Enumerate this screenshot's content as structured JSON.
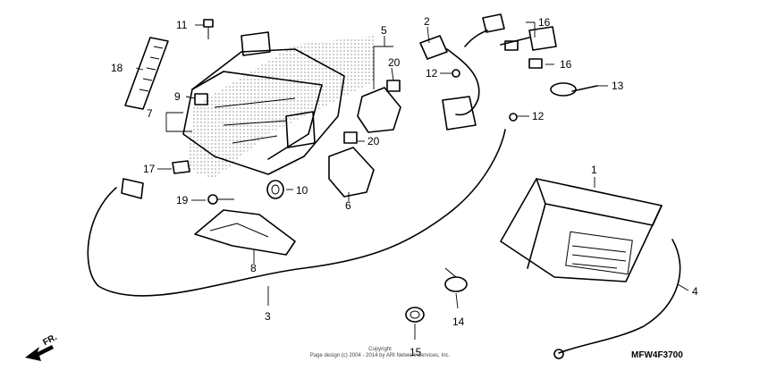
{
  "diagram": {
    "callouts": [
      "1",
      "2",
      "3",
      "4",
      "5",
      "6",
      "7",
      "8",
      "9",
      "10",
      "11",
      "12",
      "12",
      "13",
      "14",
      "15",
      "16",
      "16",
      "17",
      "18",
      "19",
      "20",
      "20"
    ],
    "direction_label": "FR.",
    "copyright_line1": "Copyright",
    "copyright_line2": "Page design (c) 2004 - 2014 by ARI Network Services, Inc.",
    "diagram_code": "MFW4F3700"
  },
  "colors": {
    "ink": "#000000",
    "background": "#ffffff"
  }
}
